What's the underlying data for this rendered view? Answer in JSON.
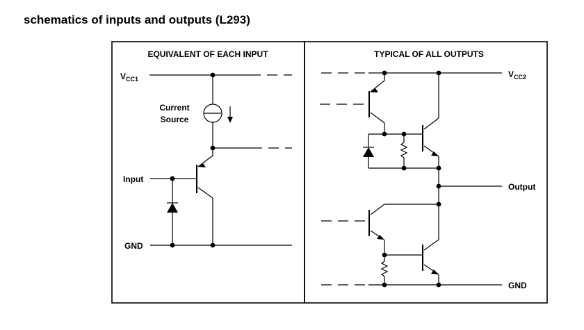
{
  "title": "schematics of inputs and outputs (L293)",
  "input_panel": {
    "header": "EQUIVALENT OF EACH INPUT",
    "vcc_main": "V",
    "vcc_sub": "CC1",
    "current_source_line1": "Current",
    "current_source_line2": "Source",
    "input_label": "Input",
    "gnd_label": "GND"
  },
  "output_panel": {
    "header": "TYPICAL OF ALL OUTPUTS",
    "vcc_main": "V",
    "vcc_sub": "CC2",
    "output_label": "Output",
    "gnd_label": "GND"
  }
}
